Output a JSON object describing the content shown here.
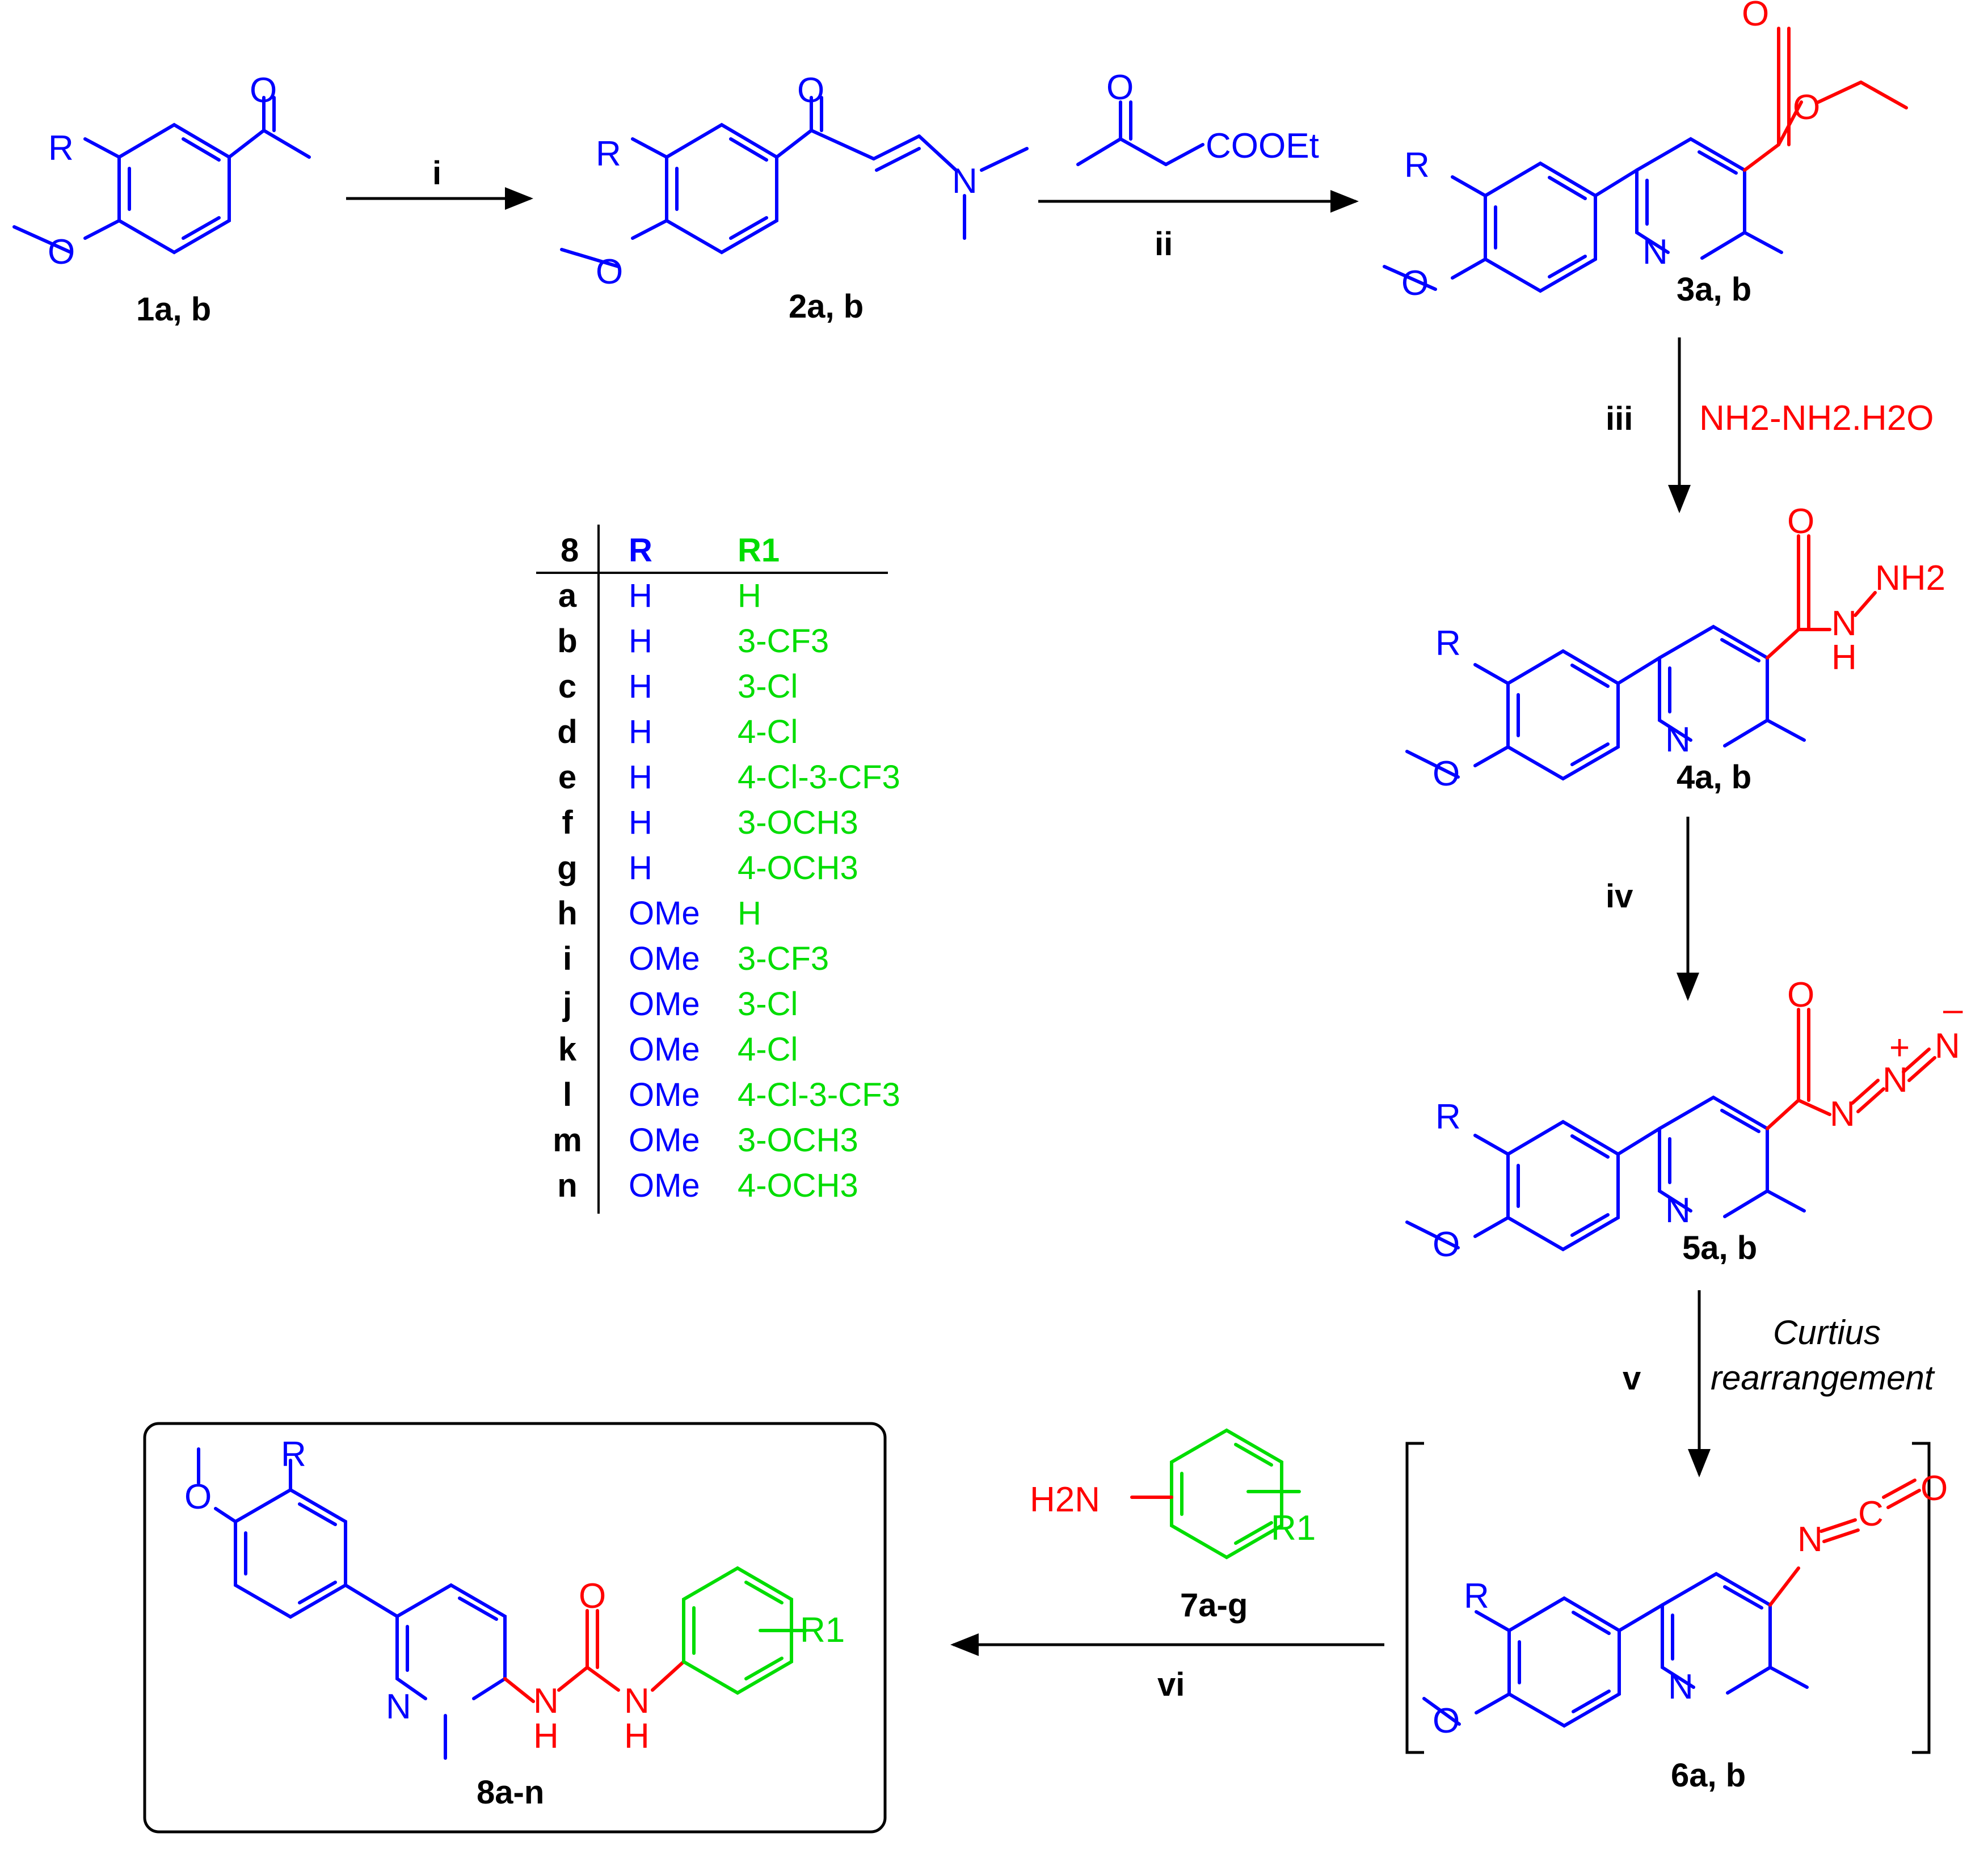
{
  "compounds": {
    "c1": "1a, b",
    "c2": "2a, b",
    "c3": "3a, b",
    "c4": "4a, b",
    "c5": "5a, b",
    "c6": "6a, b",
    "c7": "7a-g",
    "c8": "8a-n"
  },
  "reagents": {
    "r1": "i",
    "r2": "ii",
    "r3": "iii",
    "r4": "iv",
    "r5": "v",
    "r6": "vi",
    "hydrazine": "NH2-NH2.H2O",
    "curtius_line1": "Curtius",
    "curtius_line2": "rearrangement"
  },
  "atoms": {
    "R": "R",
    "R1": "R1",
    "O": "O",
    "N": "N",
    "H": "H",
    "NH2": "NH2",
    "H2N": "H2N",
    "COOEt": "COOEt",
    "C": "C",
    "plus": "+",
    "minus": "–"
  },
  "table": {
    "headers": [
      "8",
      "R",
      "R1"
    ],
    "rows": [
      [
        "a",
        "H",
        "H"
      ],
      [
        "b",
        "H",
        "3-CF3"
      ],
      [
        "c",
        "H",
        "3-Cl"
      ],
      [
        "d",
        "H",
        "4-Cl"
      ],
      [
        "e",
        "H",
        "4-Cl-3-CF3"
      ],
      [
        "f",
        "H",
        "3-OCH3"
      ],
      [
        "g",
        "H",
        "4-OCH3"
      ],
      [
        "h",
        "OMe",
        "H"
      ],
      [
        "i",
        "OMe",
        "3-CF3"
      ],
      [
        "j",
        "OMe",
        "3-Cl"
      ],
      [
        "k",
        "OMe",
        "4-Cl"
      ],
      [
        "l",
        "OMe",
        "4-Cl-3-CF3"
      ],
      [
        "m",
        "OMe",
        "3-OCH3"
      ],
      [
        "n",
        "OMe",
        "4-OCH3"
      ]
    ]
  },
  "colors": {
    "core": "#0000ff",
    "reactive": "#ff0000",
    "substituent": "#00dd00",
    "text": "#000000"
  }
}
